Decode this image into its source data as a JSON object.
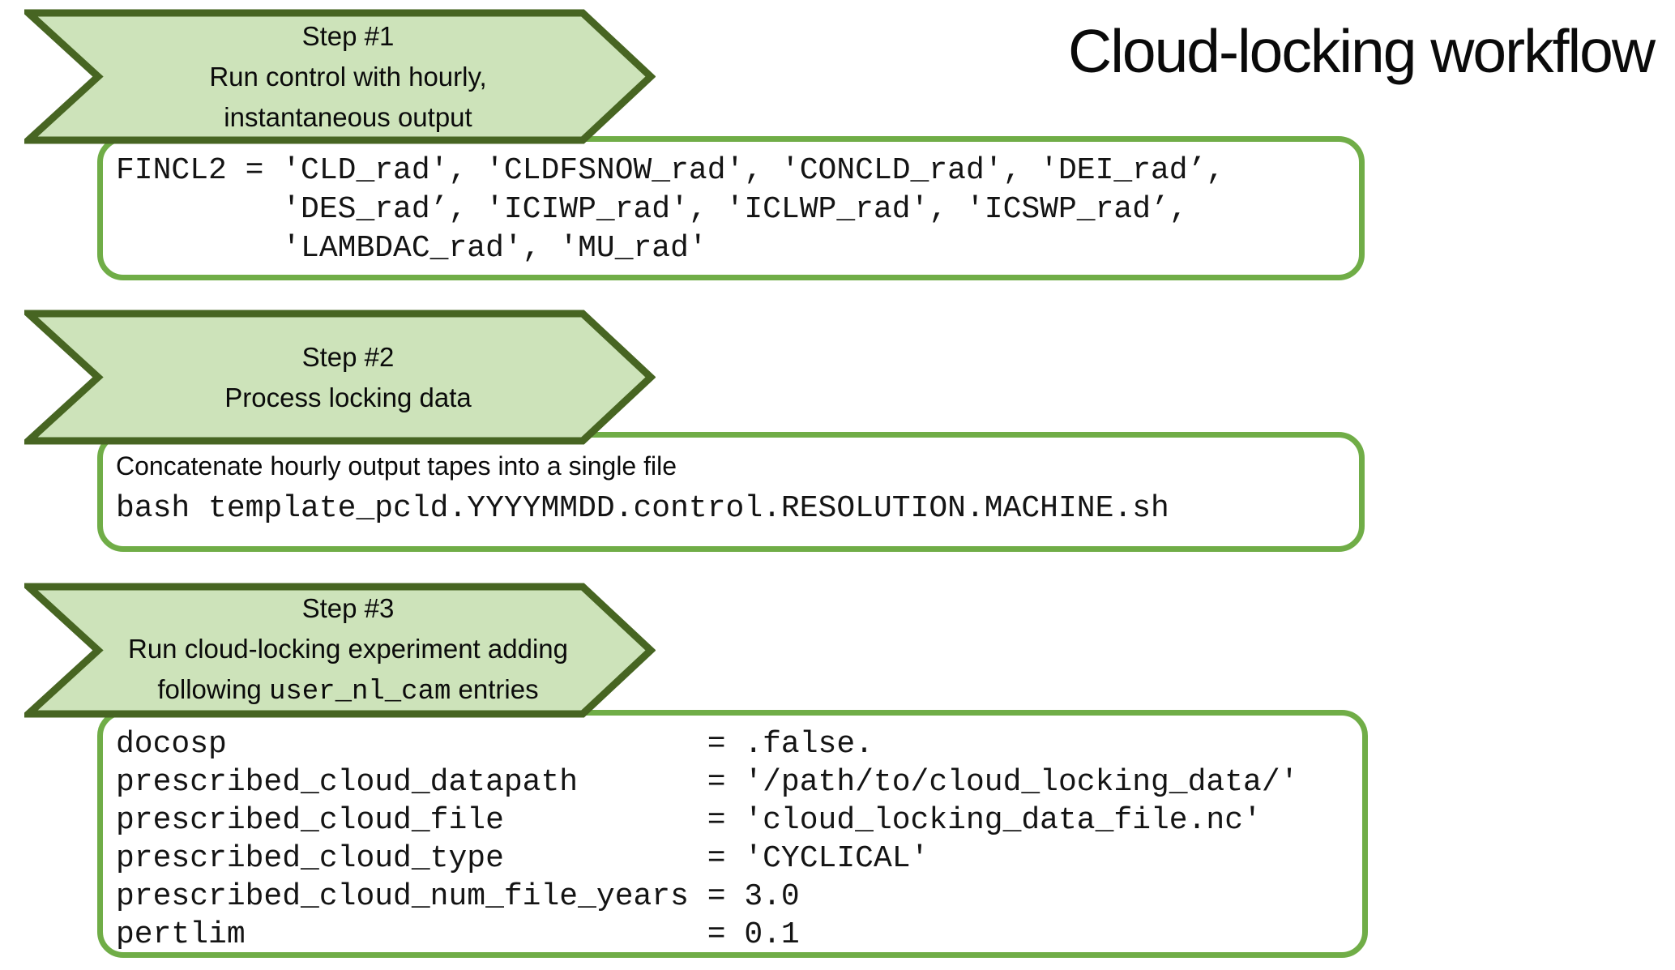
{
  "title": "Cloud-locking workflow",
  "colors": {
    "arrow_fill": "#cde3ba",
    "arrow_border": "#476522",
    "box_border": "#70ad47",
    "text": "#0d0d0d"
  },
  "steps": [
    {
      "title": "Step #1",
      "lines": [
        "Run control with hourly,",
        "instantaneous output"
      ]
    },
    {
      "title": "Step #2",
      "lines": [
        "Process locking data"
      ]
    },
    {
      "title": "Step #3",
      "lines": [
        "Run cloud-locking experiment adding"
      ],
      "line_with_code": {
        "prefix": "following ",
        "code": "user_nl_cam",
        "suffix": " entries"
      }
    }
  ],
  "boxes": [
    {
      "kind": "code",
      "lines": [
        "FINCL2 = 'CLD_rad', 'CLDFSNOW_rad', 'CONCLD_rad', 'DEI_rad’,",
        "         'DES_rad’, 'ICIWP_rad', 'ICLWP_rad', 'ICSWP_rad’,",
        "         'LAMBDAC_rad', 'MU_rad'"
      ]
    },
    {
      "kind": "mixed",
      "text_line": "Concatenate hourly output tapes into a single file",
      "code_line": "bash template_pcld.YYYYMMDD.control.RESOLUTION.MACHINE.sh"
    },
    {
      "kind": "code",
      "lines": [
        "docosp                          = .false.",
        "prescribed_cloud_datapath       = '/path/to/cloud_locking_data/'",
        "prescribed_cloud_file           = 'cloud_locking_data_file.nc'",
        "prescribed_cloud_type           = 'CYCLICAL'",
        "prescribed_cloud_num_file_years = 3.0",
        "pertlim                         = 0.1"
      ]
    }
  ]
}
